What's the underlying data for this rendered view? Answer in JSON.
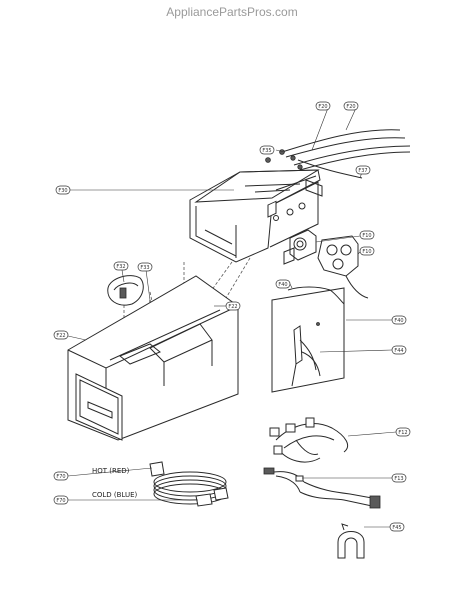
{
  "watermark": "AppliancePartsPros.com",
  "hose_labels": {
    "hot": "HOT (RED)",
    "cold": "COLD (BLUE)"
  },
  "callouts": [
    {
      "id": "c-top1",
      "text": "F20"
    },
    {
      "id": "c-top2",
      "text": "F20"
    },
    {
      "id": "c-top3",
      "text": "F35"
    },
    {
      "id": "c-top4",
      "text": "F37"
    },
    {
      "id": "c-housing",
      "text": "F30"
    },
    {
      "id": "c-valve1",
      "text": "F10"
    },
    {
      "id": "c-valve2",
      "text": "F10"
    },
    {
      "id": "c-cap1",
      "text": "F32"
    },
    {
      "id": "c-cap2",
      "text": "F33"
    },
    {
      "id": "c-spring",
      "text": "F22"
    },
    {
      "id": "c-tray",
      "text": "F22"
    },
    {
      "id": "c-sensor1",
      "text": "F40"
    },
    {
      "id": "c-sensor2",
      "text": "F40"
    },
    {
      "id": "c-sensor3",
      "text": "F44"
    },
    {
      "id": "c-harness1",
      "text": "F12"
    },
    {
      "id": "c-harness2",
      "text": "F13"
    },
    {
      "id": "c-clip",
      "text": "F45"
    },
    {
      "id": "c-hot",
      "text": "F70"
    },
    {
      "id": "c-cold",
      "text": "F70"
    }
  ]
}
